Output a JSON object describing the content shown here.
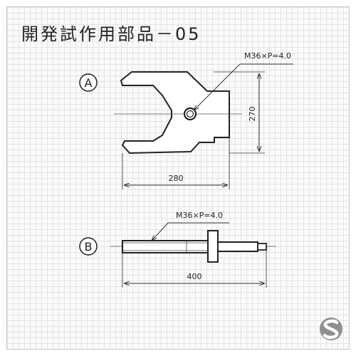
{
  "title": "開発試作用部品－05",
  "view_a": {
    "label": "A",
    "thread_callout": "M36×P=4.0",
    "width_dimension": "280",
    "height_dimension": "270"
  },
  "view_b": {
    "label": "B",
    "thread_callout": "M36×P=4.0",
    "length_dimension": "400"
  }
}
